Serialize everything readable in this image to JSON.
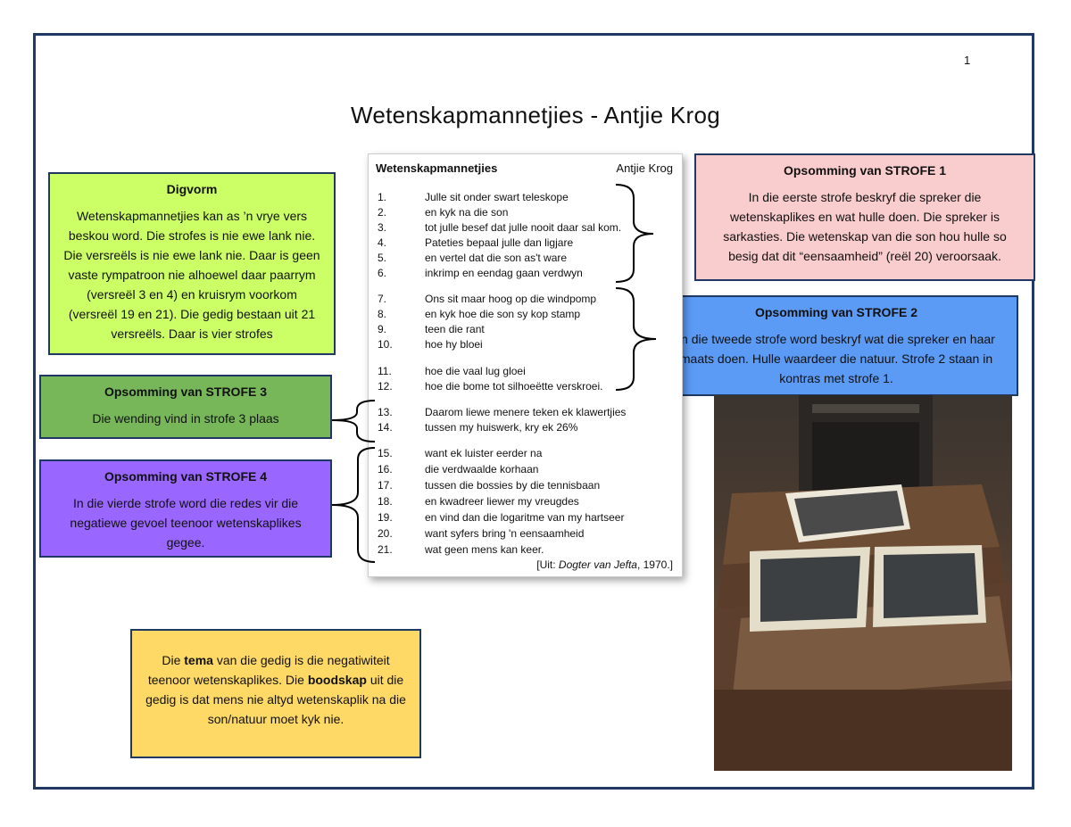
{
  "page_number": "1",
  "title": "Wetenskapmannetjies - Antjie Krog",
  "digvorm": {
    "heading": "Digvorm",
    "body": "Wetenskapmannetjies kan as ’n vrye vers beskou word. Die strofes is nie ewe lank nie. Die versreëls is nie ewe lank nie. Daar is geen vaste rympatroon nie alhoewel daar paarrym (versreël 3 en 4) en kruisrym voorkom (versreël 19 en 21). Die gedig bestaan uit 21 versreëls. Daar is vier strofes"
  },
  "strofe1": {
    "heading": "Opsomming van STROFE 1",
    "body": "In die eerste strofe beskryf die spreker die wetenskaplikes en wat hulle doen. Die spreker is sarkasties. Die wetenskap van die son hou hulle so besig dat dit “eensaamheid” (reël 20) veroorsaak."
  },
  "strofe2": {
    "heading": "Opsomming van STROFE 2",
    "body": "In die tweede strofe word beskryf wat die spreker en haar maats doen. Hulle waardeer die natuur. Strofe 2 staan in kontras met strofe 1."
  },
  "strofe3": {
    "heading": "Opsomming van STROFE 3",
    "body": "Die wending vind in strofe 3 plaas"
  },
  "strofe4": {
    "heading": "Opsomming van STROFE 4",
    "body": "In die vierde strofe word die redes vir die negatiewe gevoel teenoor wetenskaplikes gegee."
  },
  "tema": {
    "p1": "Die ",
    "b1": "tema",
    "p2": " van die gedig is die negatiwiteit teenoor wetenskaplikes. Die ",
    "b2": "boodskap",
    "p3": " uit die gedig is dat mens nie altyd wetenskaplik na die son/natuur moet kyk nie."
  },
  "poem": {
    "title": "Wetenskapmannetjies",
    "author": "Antjie Krog",
    "lines": [
      {
        "n": "1.",
        "t": "Julle sit onder swart teleskope"
      },
      {
        "n": "2.",
        "t": "en kyk na die son"
      },
      {
        "n": "3.",
        "t": "tot julle besef dat julle nooit daar sal kom."
      },
      {
        "n": "4.",
        "t": "Pateties bepaal julle dan ligjare"
      },
      {
        "n": "5.",
        "t": "en vertel dat die son as't ware"
      },
      {
        "n": "6.",
        "t": "inkrimp en eendag gaan verdwyn"
      },
      {
        "n": "7.",
        "t": "Ons sit maar hoog op die windpomp"
      },
      {
        "n": "8.",
        "t": "en kyk hoe die son sy kop stamp"
      },
      {
        "n": "9.",
        "t": "teen die rant"
      },
      {
        "n": "10.",
        "t": "hoe hy bloei"
      },
      {
        "n": "11.",
        "t": "hoe die vaal lug gloei"
      },
      {
        "n": "12.",
        "t": "hoe die bome tot silhoeëtte verskroei."
      },
      {
        "n": "13.",
        "t": "Daarom liewe menere teken ek klawertjies"
      },
      {
        "n": "14.",
        "t": "tussen my huiswerk, kry ek 26%"
      },
      {
        "n": "15.",
        "t": "want ek luister eerder na"
      },
      {
        "n": "16.",
        "t": "die verdwaalde korhaan"
      },
      {
        "n": "17.",
        "t": "tussen die bossies by die tennisbaan"
      },
      {
        "n": "18.",
        "t": "en kwadreer liewer my vreugdes"
      },
      {
        "n": "19.",
        "t": "en vind dan die logaritme van my hartseer"
      },
      {
        "n": "20.",
        "t": "want syfers bring 'n eensaamheid"
      },
      {
        "n": "21.",
        "t": "wat geen mens kan keer."
      }
    ],
    "source_prefix": "[Uit: ",
    "source_title": "Dogter van Jefta",
    "source_suffix": ", 1970.]"
  },
  "colors": {
    "frame": "#1f3864",
    "digvorm": "#ccff66",
    "strofe1": "#f9cccd",
    "strofe2": "#5b9bf5",
    "strofe3": "#77b75a",
    "strofe4": "#9966ff",
    "tema": "#ffd966"
  }
}
